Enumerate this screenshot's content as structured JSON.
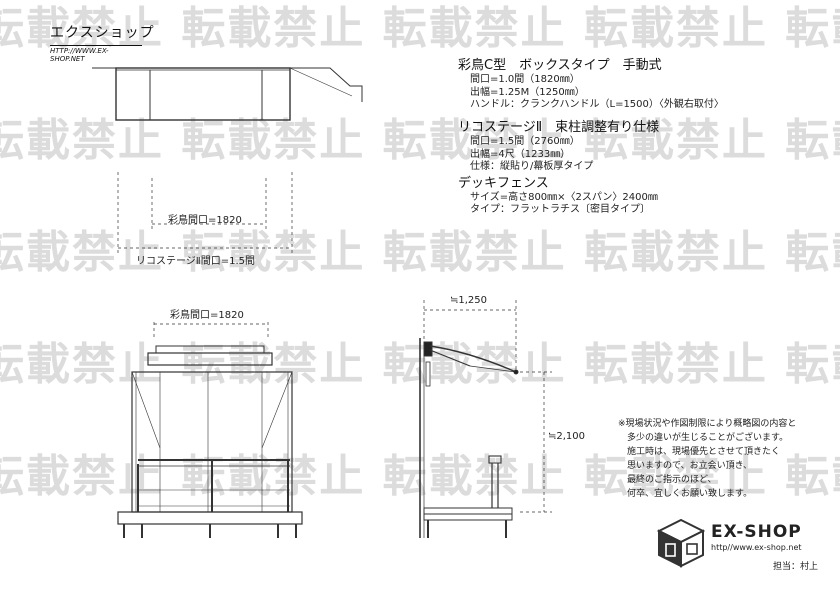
{
  "header": {
    "brand": "エクスショップ",
    "url": "HTTP://WWW.EX-SHOP.NET"
  },
  "watermark": {
    "lines": [
      "転載禁止 転載禁止 転載禁止 転載禁止 転載禁止",
      "転載禁止 転載禁止 転載禁止 転載禁止 転載禁止",
      "転載禁止 転載禁止 転載禁止 転載禁止 転載禁止",
      "転載禁止 転載禁止 転載禁止 転載禁止 転載禁止",
      "転載禁止 転載禁止 転載禁止 転載禁止 転載禁止"
    ]
  },
  "specs": [
    {
      "title": "彩鳥C型　ボックスタイプ　手動式",
      "lines": [
        "間口=1.0間（1820㎜）",
        "出幅=1.25M（1250㎜）",
        "ハンドル：クランクハンドル（L=1500）〈外観右取付〉"
      ]
    },
    {
      "title": "リコステージⅡ　束柱調整有り仕様",
      "lines": [
        "間口=1.5間（2760㎜）",
        "出幅=4尺（1233㎜）",
        "仕様：縦貼り/幕板厚タイプ"
      ]
    },
    {
      "title": "デッキフェンス",
      "lines": [
        "サイズ=高さ800㎜×〈2スパン〉2400㎜",
        "タイプ：フラットラチス〔密目タイプ〕"
      ]
    }
  ],
  "plan": {
    "awning_width_label": "彩鳥間口=1820",
    "deck_width_label": "リコステージⅡ間口=1.5間"
  },
  "front": {
    "awning_width_label": "彩鳥間口=1820"
  },
  "side": {
    "projection_label": "≒1,250",
    "height_label": "≒2,100"
  },
  "note": [
    "※現場状況や作図制限により概略図の内容と",
    "多少の違いが生じることがございます。",
    "施工時は、現場優先とさせて頂きたく",
    "思いますので、お立会い頂き、",
    "最終のご指示のほど、",
    "何卒、宜しくお願い致します。"
  ],
  "logo": {
    "text": "EX-SHOP",
    "url": "http//www.ex-shop.net"
  },
  "person_in_charge": "担当：村上"
}
